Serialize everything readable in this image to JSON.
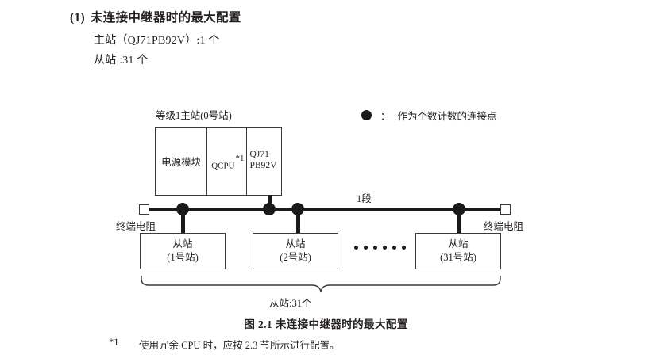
{
  "heading": {
    "number": "(1)",
    "title": "未连接中继器时的最大配置",
    "line1": "主站（QJ71PB92V）:1 个",
    "line2": "从站 :31 个"
  },
  "legend": {
    "symbol": "filled-circle",
    "colon": "：",
    "text": "作为个数计数的连接点"
  },
  "diagram": {
    "rack": {
      "label": "等级1主站(0号站)",
      "cells": [
        {
          "name": "power-module",
          "text": "电源模块"
        },
        {
          "name": "qcpu",
          "text": "QCPU",
          "footnote_mark": "*1"
        },
        {
          "name": "master-module",
          "line1": "QJ71",
          "line2": "PB92V"
        }
      ]
    },
    "bus": {
      "segment_label": "1段",
      "terminator_left": "终端电阻",
      "terminator_right": "终端电阻"
    },
    "slaves": [
      {
        "line1": "从站",
        "line2": "(1号站)"
      },
      {
        "line1": "从站",
        "line2": "(2号站)"
      },
      {
        "line1": "从站",
        "line2": "(31号站)"
      }
    ],
    "ellipsis_dots": 6,
    "brace_label": "从站:31个"
  },
  "caption": "图 2.1  未连接中继器时的最大配置",
  "footnote": {
    "mark": "*1",
    "text": "使用冗余 CPU 时，应按 2.3 节所示进行配置。"
  },
  "colors": {
    "ink": "#231f20",
    "line": "#3b3b3b",
    "node": "#1a1a1a"
  }
}
